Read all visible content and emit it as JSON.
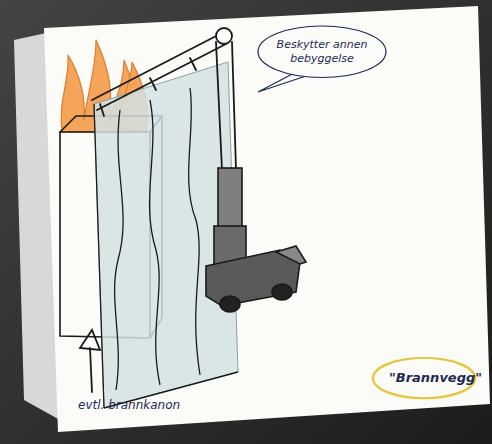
{
  "diagram": {
    "nodes": [
      {
        "text": [
          "Beskytter annen bebyggelse"
        ]
      },
      {
        "text": [
          "\"Brannvegg\""
        ]
      }
    ],
    "labels": [
      "evtl. brannkanon"
    ]
  }
}
